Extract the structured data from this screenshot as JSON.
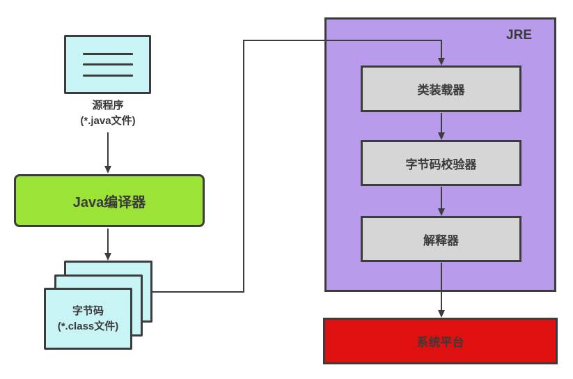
{
  "diagram": {
    "source_file": {
      "line1": "源程序",
      "line2": "(*.java文件)"
    },
    "compiler": {
      "label": "Java编译器"
    },
    "bytecode_files": {
      "line1": "字节码",
      "line2": "(*.class文件)"
    },
    "jre": {
      "label": "JRE",
      "stages": [
        {
          "label": "类装载器"
        },
        {
          "label": "字节码校验器"
        },
        {
          "label": "解释器"
        }
      ]
    },
    "platform": {
      "label": "系统平台"
    },
    "colors": {
      "source_fill": "#C9F4F6",
      "compiler_fill": "#9BE437",
      "jre_fill": "#B99BEB",
      "stage_fill": "#D6D6D6",
      "platform_fill": "#DE1010",
      "line_and_border": "#3C3C3C",
      "text": "#3A3A3A"
    }
  }
}
